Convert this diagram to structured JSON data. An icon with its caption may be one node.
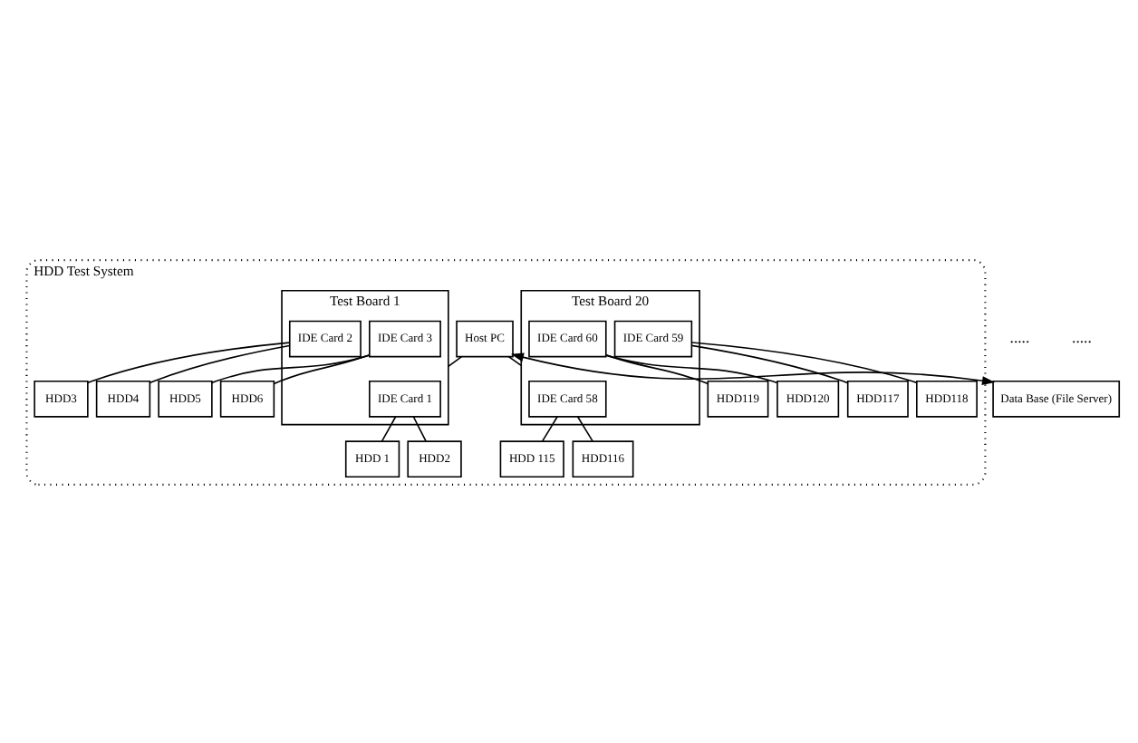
{
  "diagram": {
    "nodes": [
      {
        "text": [
          "Data Base (File Server)"
        ]
      },
      {
        "text": [
          "HDD Test System"
        ]
      },
      {
        "text": [
          "Host PC"
        ],
        "in": 1
      },
      {
        "text": [
          "Test Board 1"
        ],
        "in": 1
      },
      {
        "text": [
          "IDE Card 1"
        ],
        "in": 3
      },
      {
        "text": [
          "IDE Card 2"
        ],
        "in": 3
      },
      {
        "text": [
          "IDE Card 3"
        ],
        "in": 3
      },
      {
        "text": [
          "Test Board 20"
        ],
        "in": 1
      },
      {
        "text": [
          "IDE Card 58"
        ],
        "in": 7
      },
      {
        "text": [
          "IDE Card 59"
        ],
        "in": 7
      },
      {
        "text": [
          "IDE Card 60"
        ],
        "in": 7
      },
      {
        "text": [
          "HDD 1"
        ],
        "in": 1
      },
      {
        "text": [
          "HDD2"
        ],
        "in": 1
      },
      {
        "text": [
          "HDD3"
        ],
        "in": 1
      },
      {
        "text": [
          "HDD4"
        ],
        "in": 1
      },
      {
        "text": [
          "HDD5"
        ],
        "in": 1
      },
      {
        "text": [
          "HDD6"
        ],
        "in": 1
      },
      {
        "text": [
          "HDD 115"
        ],
        "in": 1
      },
      {
        "text": [
          "HDD116"
        ],
        "in": 1
      },
      {
        "text": [
          "HDD117"
        ],
        "in": 1
      },
      {
        "text": [
          "HDD118"
        ],
        "in": 1
      },
      {
        "text": [
          "HDD119"
        ],
        "in": 1
      },
      {
        "text": [
          "HDD120"
        ],
        "in": 1
      }
    ],
    "edges": [
      {
        "from": 2,
        "to": 0,
        "arrow": "both"
      },
      {
        "from": 2,
        "to": 3,
        "arrow": "none"
      },
      {
        "from": 2,
        "to": 7,
        "arrow": "none"
      },
      {
        "from": 4,
        "to": 11,
        "arrow": "none"
      },
      {
        "from": 4,
        "to": 12,
        "arrow": "none"
      },
      {
        "from": 5,
        "to": 13,
        "arrow": "none"
      },
      {
        "from": 5,
        "to": 14,
        "arrow": "none"
      },
      {
        "from": 6,
        "to": 15,
        "arrow": "none"
      },
      {
        "from": 6,
        "to": 16,
        "arrow": "none"
      },
      {
        "from": 8,
        "to": 17,
        "arrow": "none"
      },
      {
        "from": 8,
        "to": 18,
        "arrow": "none"
      },
      {
        "from": 9,
        "to": 19,
        "arrow": "none"
      },
      {
        "from": 9,
        "to": 20,
        "arrow": "none"
      },
      {
        "from": 10,
        "to": 21,
        "arrow": "none"
      },
      {
        "from": 10,
        "to": 22,
        "arrow": "none"
      }
    ],
    "labels": [
      ".....",
      "....."
    ]
  }
}
